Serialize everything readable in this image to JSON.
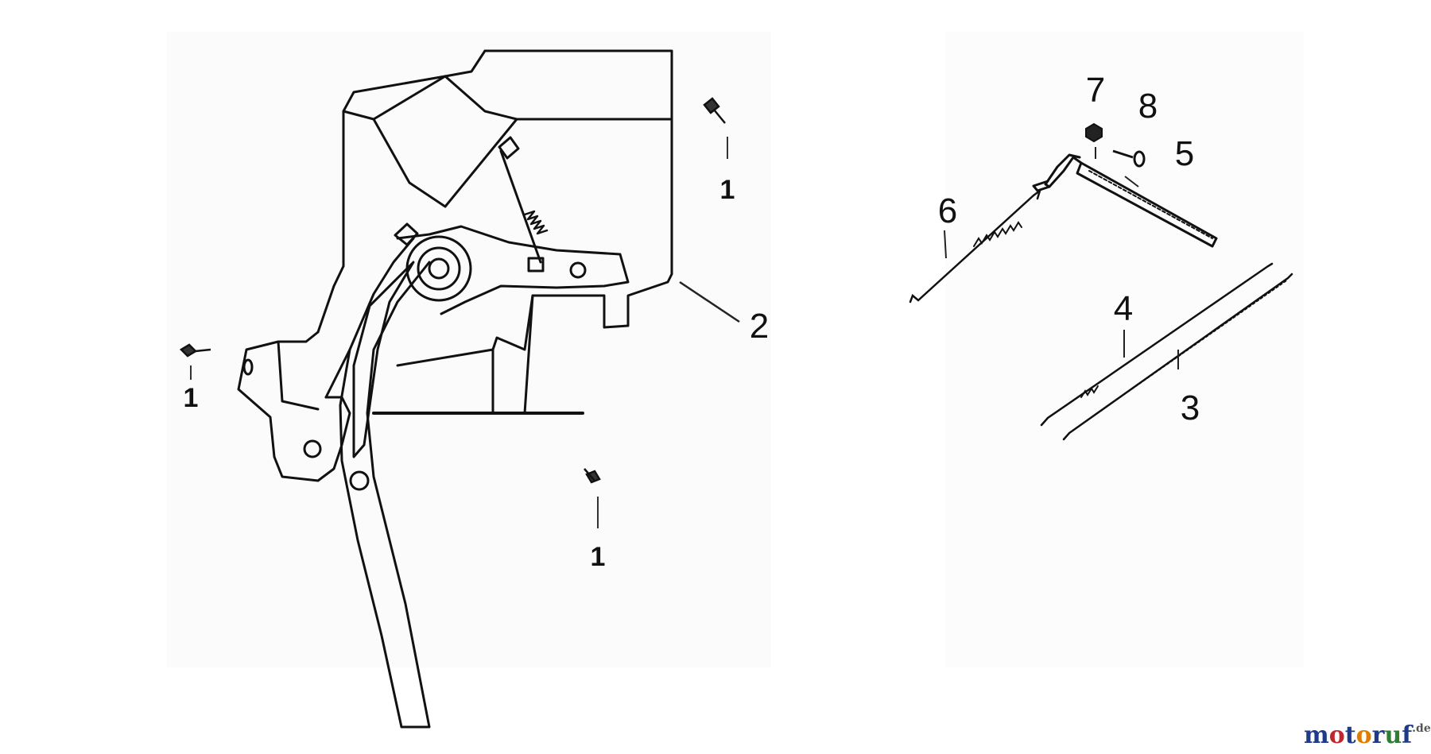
{
  "callouts": {
    "c1": "1",
    "c2": "2",
    "c3": "3",
    "c4": "4",
    "c5": "5",
    "c6": "6",
    "c7": "7",
    "c8": "8"
  },
  "watermark": {
    "brand": "motoruf",
    "tld": ".de",
    "colors": {
      "m": "#1e3a8a",
      "o1": "#c0262d",
      "t": "#1e3a8a",
      "o2": "#e07b00",
      "r": "#1e3a8a",
      "u": "#2e7d32",
      "f": "#1e3a8a"
    }
  }
}
